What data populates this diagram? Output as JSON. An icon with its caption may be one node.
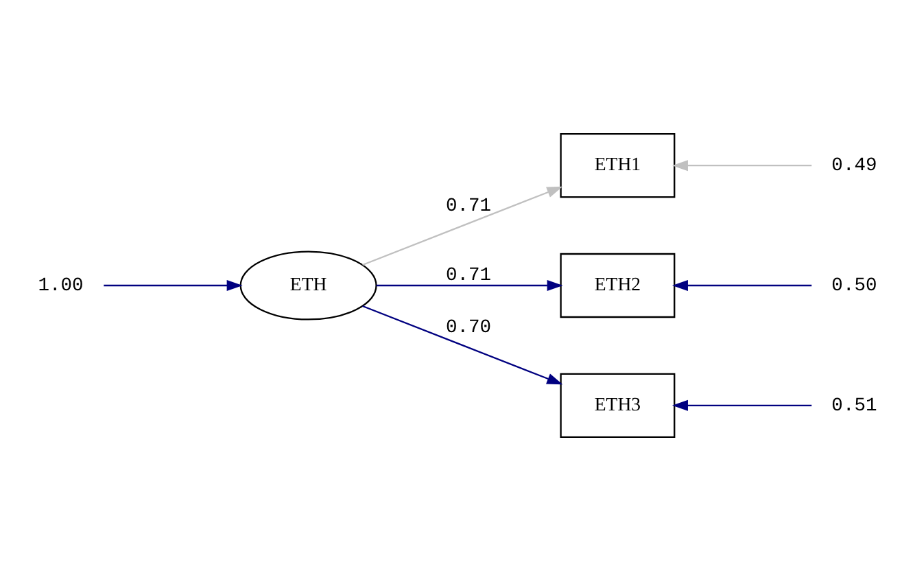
{
  "diagram": {
    "nodes": [
      {
        "text": [
          "ETH"
        ]
      },
      {
        "text": [
          "ETH1"
        ]
      },
      {
        "text": [
          "ETH2"
        ]
      },
      {
        "text": [
          "ETH3"
        ]
      },
      {
        "text": [
          "1.00"
        ]
      },
      {
        "text": [
          "0.49"
        ]
      },
      {
        "text": [
          "0.50"
        ]
      },
      {
        "text": [
          "0.51"
        ]
      }
    ],
    "edges": [
      {
        "from": 0,
        "to": 1,
        "arrow": "to",
        "label": "0.71",
        "color": "#c0c0c0"
      },
      {
        "from": 0,
        "to": 2,
        "arrow": "to",
        "label": "0.71"
      },
      {
        "from": 0,
        "to": 3,
        "arrow": "to",
        "label": "0.70"
      },
      {
        "from": 4,
        "to": 0,
        "arrow": "to"
      },
      {
        "from": 5,
        "to": 1,
        "arrow": "to",
        "color": "#c0c0c0"
      },
      {
        "from": 6,
        "to": 2,
        "arrow": "to"
      },
      {
        "from": 7,
        "to": 3,
        "arrow": "to"
      }
    ]
  }
}
